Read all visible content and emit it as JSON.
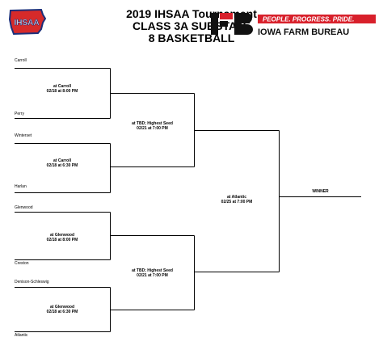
{
  "header": {
    "title_line1": "2019 IHSAA Tournament",
    "title_line2": "CLASS 3A SUBSTATE",
    "title_line3": "8 BASKETBALL",
    "ihsaa_logo_text": "IHSAA",
    "sponsor_tagline": "PEOPLE. PROGRESS. PRIDE.",
    "sponsor_name": "IOWA FARM BUREAU",
    "sponsor_mark": "FB",
    "colors": {
      "ihsaa_red": "#d62a2a",
      "ihsaa_blue": "#1b2f7a",
      "farm_bureau_red": "#d8202b"
    }
  },
  "teams": {
    "t1": "Carroll",
    "t2": "Perry",
    "t3": "Winterset",
    "t4": "Harlan",
    "t5": "Glenwood",
    "t6": "Creston",
    "t7": "Denison-Schleswig",
    "t8": "Atlantic"
  },
  "games": {
    "r1g1": {
      "site": "at Carroll",
      "datetime": "02/18 at 8:00 PM"
    },
    "r1g2": {
      "site": "at Carroll",
      "datetime": "02/18 at 6:30 PM"
    },
    "r1g3": {
      "site": "at Glenwood",
      "datetime": "02/18 at 8:00 PM"
    },
    "r1g4": {
      "site": "at Glenwood",
      "datetime": "02/18 at 6:30 PM"
    },
    "r2g1": {
      "site": "at TBD; Highest Seed",
      "datetime": "02/21 at 7:00 PM"
    },
    "r2g2": {
      "site": "at TBD; Highest Seed",
      "datetime": "02/21 at 7:00 PM"
    },
    "final": {
      "site": "at Atlantic",
      "datetime": "02/25 at 7:00 PM"
    }
  },
  "winner_label": "WINNER"
}
